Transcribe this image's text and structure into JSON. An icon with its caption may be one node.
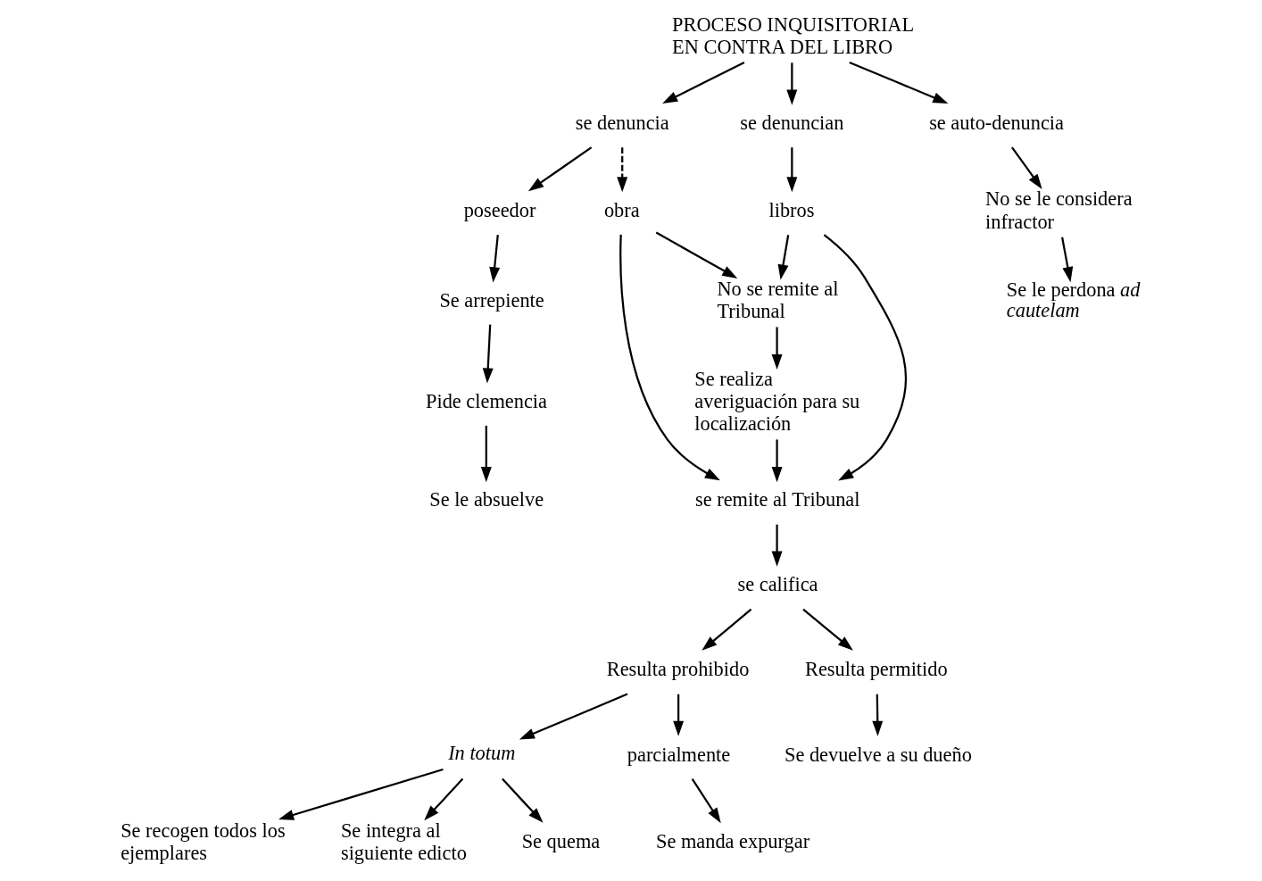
{
  "diagram": {
    "nodes": [
      {
        "text": [
          "PROCESO INQUISITORIAL EN CONTRA DEL LIBRO"
        ]
      },
      {
        "text": [
          "se denuncia"
        ]
      },
      {
        "text": [
          "se auto-denuncia"
        ]
      },
      {
        "text": [
          "se denuncian"
        ]
      },
      {
        "text": [
          "obra"
        ]
      },
      {
        "text": [
          "libros"
        ]
      },
      {
        "text": [
          "No se remite al Tribunal"
        ]
      },
      {
        "text": [
          "poseedor"
        ]
      },
      {
        "text": [
          "No se le considera infractor"
        ]
      },
      {
        "text": [
          "se remite al Tribunal"
        ]
      },
      {
        "text": [
          "Se realiza averiguación para su localización"
        ]
      },
      {
        "text": [
          "Se arrepiente"
        ]
      },
      {
        "text": [
          "Se le perdona *ad cautelam*"
        ]
      },
      {
        "text": [
          "Pide clemencia"
        ]
      },
      {
        "text": [
          "se califica"
        ]
      },
      {
        "text": [
          "Se le absuelve"
        ]
      },
      {
        "text": [
          "Resulta prohibido"
        ]
      },
      {
        "text": [
          "Resulta permitido"
        ]
      },
      {
        "text": [
          "Se devuelve a su dueño"
        ]
      },
      {
        "text": [
          "parcialmente"
        ]
      },
      {
        "text": [
          "In totum"
        ]
      },
      {
        "text": [
          "Se manda expurgar"
        ]
      },
      {
        "text": [
          "Se recogen todos los ejemplares"
        ]
      },
      {
        "text": [
          "Se integra al siguiente edicto"
        ]
      },
      {
        "text": [
          "Se quema"
        ]
      }
    ],
    "edges": [
      {
        "from": 0,
        "to": 1,
        "arrow": "to"
      },
      {
        "from": 0,
        "to": 2,
        "arrow": "to"
      },
      {
        "from": 0,
        "to": 3,
        "arrow": "to"
      },
      {
        "from": 1,
        "to": 4,
        "arrow": "to",
        "style": "dashed"
      },
      {
        "from": 1,
        "to": 7,
        "arrow": "to"
      },
      {
        "from": 2,
        "to": 8,
        "arrow": "to"
      },
      {
        "from": 3,
        "to": 5,
        "arrow": "to"
      },
      {
        "from": 4,
        "to": 6,
        "arrow": "to"
      },
      {
        "from": 5,
        "to": 6,
        "arrow": "to"
      },
      {
        "from": 4,
        "to": 9,
        "arrow": "to"
      },
      {
        "from": 5,
        "to": 9,
        "arrow": "to"
      },
      {
        "from": 6,
        "to": 10,
        "arrow": "to"
      },
      {
        "from": 10,
        "to": 9,
        "arrow": "to"
      },
      {
        "from": 7,
        "to": 11,
        "arrow": "to"
      },
      {
        "from": 8,
        "to": 12,
        "arrow": "to"
      },
      {
        "from": 11,
        "to": 13,
        "arrow": "to"
      },
      {
        "from": 13,
        "to": 15,
        "arrow": "to"
      },
      {
        "from": 9,
        "to": 14,
        "arrow": "to"
      },
      {
        "from": 14,
        "to": 16,
        "arrow": "to"
      },
      {
        "from": 14,
        "to": 17,
        "arrow": "to"
      },
      {
        "from": 17,
        "to": 18,
        "arrow": "to"
      },
      {
        "from": 16,
        "to": 19,
        "arrow": "to"
      },
      {
        "from": 16,
        "to": 20,
        "arrow": "to"
      },
      {
        "from": 19,
        "to": 21,
        "arrow": "to"
      },
      {
        "from": 20,
        "to": 24,
        "arrow": "to"
      },
      {
        "from": 20,
        "to": 22,
        "arrow": "to"
      },
      {
        "from": 20,
        "to": 23,
        "arrow": "to"
      }
    ]
  }
}
